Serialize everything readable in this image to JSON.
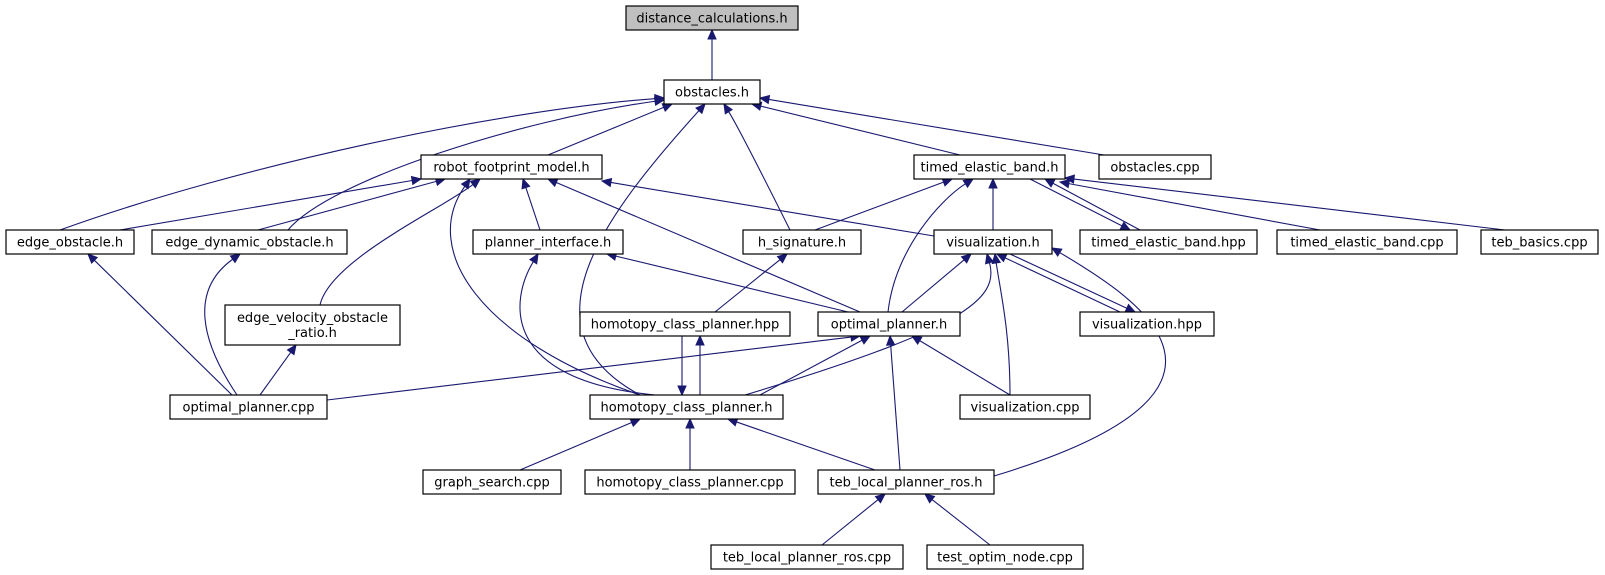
{
  "diagram": {
    "colors": {
      "edge": "#191970",
      "root_fill": "#bfbfbf",
      "node_fill": "#ffffff",
      "border": "#000000"
    },
    "nodes": [
      {
        "id": "distance_calculations_h",
        "lines": [
          "distance_calculations.h"
        ],
        "root": true
      },
      {
        "id": "obstacles_h",
        "lines": [
          "obstacles.h"
        ]
      },
      {
        "id": "robot_footprint_model_h",
        "lines": [
          "robot_footprint_model.h"
        ]
      },
      {
        "id": "timed_elastic_band_h",
        "lines": [
          "timed_elastic_band.h"
        ]
      },
      {
        "id": "obstacles_cpp",
        "lines": [
          "obstacles.cpp"
        ]
      },
      {
        "id": "edge_obstacle_h",
        "lines": [
          "edge_obstacle.h"
        ]
      },
      {
        "id": "edge_dynamic_obstacle_h",
        "lines": [
          "edge_dynamic_obstacle.h"
        ]
      },
      {
        "id": "planner_interface_h",
        "lines": [
          "planner_interface.h"
        ]
      },
      {
        "id": "h_signature_h",
        "lines": [
          "h_signature.h"
        ]
      },
      {
        "id": "visualization_h",
        "lines": [
          "visualization.h"
        ]
      },
      {
        "id": "timed_elastic_band_hpp",
        "lines": [
          "timed_elastic_band.hpp"
        ]
      },
      {
        "id": "timed_elastic_band_cpp",
        "lines": [
          "timed_elastic_band.cpp"
        ]
      },
      {
        "id": "teb_basics_cpp",
        "lines": [
          "teb_basics.cpp"
        ]
      },
      {
        "id": "edge_velocity_obstacle_ratio_h",
        "lines": [
          "edge_velocity_obstacle",
          "_ratio.h"
        ]
      },
      {
        "id": "homotopy_class_planner_hpp",
        "lines": [
          "homotopy_class_planner.hpp"
        ]
      },
      {
        "id": "optimal_planner_h",
        "lines": [
          "optimal_planner.h"
        ]
      },
      {
        "id": "visualization_hpp",
        "lines": [
          "visualization.hpp"
        ]
      },
      {
        "id": "optimal_planner_cpp",
        "lines": [
          "optimal_planner.cpp"
        ]
      },
      {
        "id": "homotopy_class_planner_h",
        "lines": [
          "homotopy_class_planner.h"
        ]
      },
      {
        "id": "visualization_cpp",
        "lines": [
          "visualization.cpp"
        ]
      },
      {
        "id": "graph_search_cpp",
        "lines": [
          "graph_search.cpp"
        ]
      },
      {
        "id": "homotopy_class_planner_cpp",
        "lines": [
          "homotopy_class_planner.cpp"
        ]
      },
      {
        "id": "teb_local_planner_ros_h",
        "lines": [
          "teb_local_planner_ros.h"
        ]
      },
      {
        "id": "teb_local_planner_ros_cpp",
        "lines": [
          "teb_local_planner_ros.cpp"
        ]
      },
      {
        "id": "test_optim_node_cpp",
        "lines": [
          "test_optim_node.cpp"
        ]
      }
    ],
    "edges": [
      {
        "from": "obstacles_h",
        "to": "distance_calculations_h"
      },
      {
        "from": "robot_footprint_model_h",
        "to": "obstacles_h"
      },
      {
        "from": "timed_elastic_band_h",
        "to": "obstacles_h"
      },
      {
        "from": "obstacles_cpp",
        "to": "obstacles_h"
      },
      {
        "from": "edge_obstacle_h",
        "to": "obstacles_h"
      },
      {
        "from": "edge_dynamic_obstacle_h",
        "to": "obstacles_h"
      },
      {
        "from": "h_signature_h",
        "to": "obstacles_h"
      },
      {
        "from": "homotopy_class_planner_h",
        "to": "obstacles_h"
      },
      {
        "from": "edge_obstacle_h",
        "to": "robot_footprint_model_h"
      },
      {
        "from": "edge_dynamic_obstacle_h",
        "to": "robot_footprint_model_h"
      },
      {
        "from": "edge_velocity_obstacle_ratio_h",
        "to": "robot_footprint_model_h"
      },
      {
        "from": "planner_interface_h",
        "to": "robot_footprint_model_h"
      },
      {
        "from": "optimal_planner_h",
        "to": "robot_footprint_model_h"
      },
      {
        "from": "visualization_h",
        "to": "robot_footprint_model_h"
      },
      {
        "from": "homotopy_class_planner_h",
        "to": "robot_footprint_model_h"
      },
      {
        "from": "h_signature_h",
        "to": "timed_elastic_band_h"
      },
      {
        "from": "visualization_h",
        "to": "timed_elastic_band_h"
      },
      {
        "from": "optimal_planner_h",
        "to": "timed_elastic_band_h"
      },
      {
        "from": "timed_elastic_band_hpp",
        "to": "timed_elastic_band_h"
      },
      {
        "from": "timed_elastic_band_cpp",
        "to": "timed_elastic_band_h"
      },
      {
        "from": "teb_basics_cpp",
        "to": "timed_elastic_band_h"
      },
      {
        "from": "timed_elastic_band_h",
        "to": "timed_elastic_band_hpp"
      },
      {
        "from": "optimal_planner_cpp",
        "to": "edge_obstacle_h"
      },
      {
        "from": "optimal_planner_cpp",
        "to": "edge_dynamic_obstacle_h"
      },
      {
        "from": "optimal_planner_cpp",
        "to": "edge_velocity_obstacle_ratio_h"
      },
      {
        "from": "optimal_planner_h",
        "to": "planner_interface_h"
      },
      {
        "from": "homotopy_class_planner_h",
        "to": "planner_interface_h"
      },
      {
        "from": "homotopy_class_planner_hpp",
        "to": "h_signature_h"
      },
      {
        "from": "optimal_planner_h",
        "to": "visualization_h"
      },
      {
        "from": "homotopy_class_planner_h",
        "to": "visualization_h"
      },
      {
        "from": "visualization_cpp",
        "to": "visualization_h"
      },
      {
        "from": "visualization_hpp",
        "to": "visualization_h"
      },
      {
        "from": "teb_local_planner_ros_h",
        "to": "visualization_h"
      },
      {
        "from": "visualization_h",
        "to": "visualization_hpp"
      },
      {
        "from": "homotopy_class_planner_h",
        "to": "homotopy_class_planner_hpp"
      },
      {
        "from": "homotopy_class_planner_hpp",
        "to": "homotopy_class_planner_h"
      },
      {
        "from": "optimal_planner_cpp",
        "to": "optimal_planner_h"
      },
      {
        "from": "homotopy_class_planner_h",
        "to": "optimal_planner_h"
      },
      {
        "from": "visualization_cpp",
        "to": "optimal_planner_h"
      },
      {
        "from": "teb_local_planner_ros_h",
        "to": "optimal_planner_h"
      },
      {
        "from": "graph_search_cpp",
        "to": "homotopy_class_planner_h"
      },
      {
        "from": "homotopy_class_planner_cpp",
        "to": "homotopy_class_planner_h"
      },
      {
        "from": "teb_local_planner_ros_h",
        "to": "homotopy_class_planner_h"
      },
      {
        "from": "teb_local_planner_ros_cpp",
        "to": "teb_local_planner_ros_h"
      },
      {
        "from": "test_optim_node_cpp",
        "to": "teb_local_planner_ros_h"
      }
    ]
  }
}
